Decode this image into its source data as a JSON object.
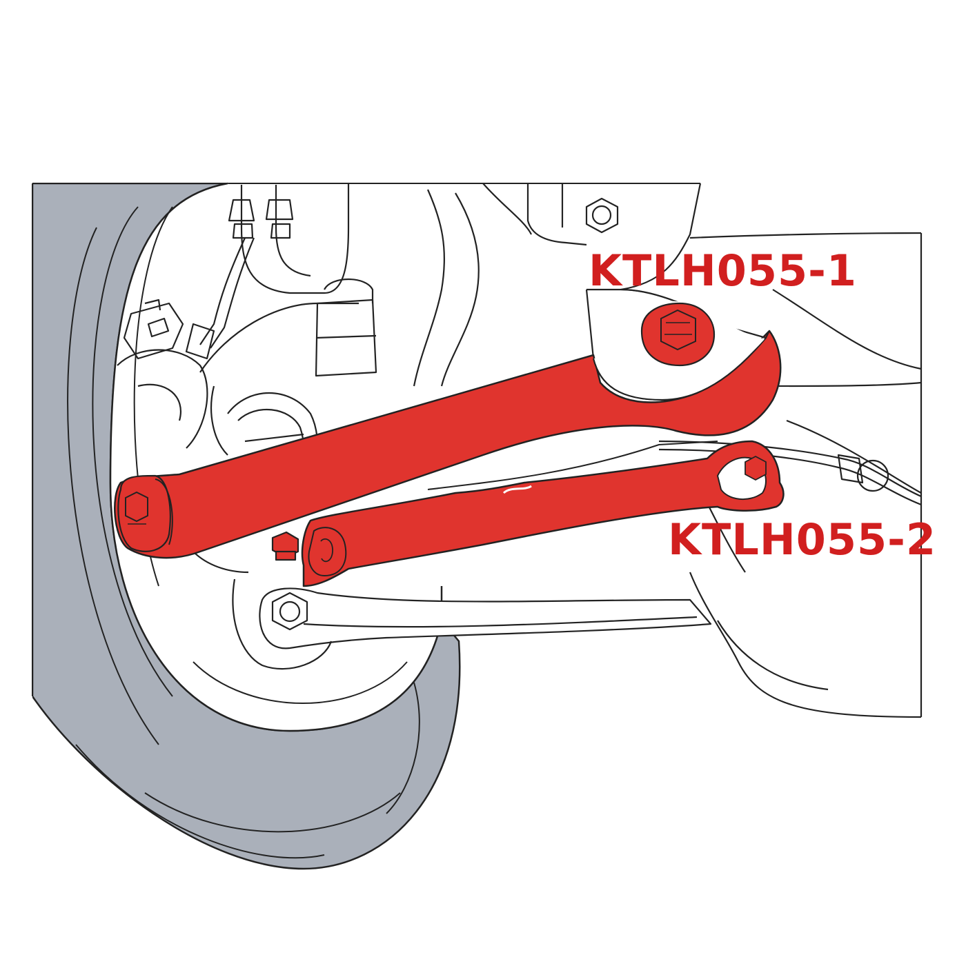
{
  "labels": {
    "arm_1": "KTLH055-1",
    "arm_2": "KTLH055-2"
  },
  "colors": {
    "highlight": "#e0342e",
    "label_text": "#d11f1f",
    "tire": "#aab0ba",
    "outline": "#222222",
    "background": "#ffffff"
  },
  "icons": {
    "arm_1": "upper-control-arm",
    "arm_2": "lower-control-arm",
    "wheel": "tire",
    "bolt": "hex-bolt"
  }
}
